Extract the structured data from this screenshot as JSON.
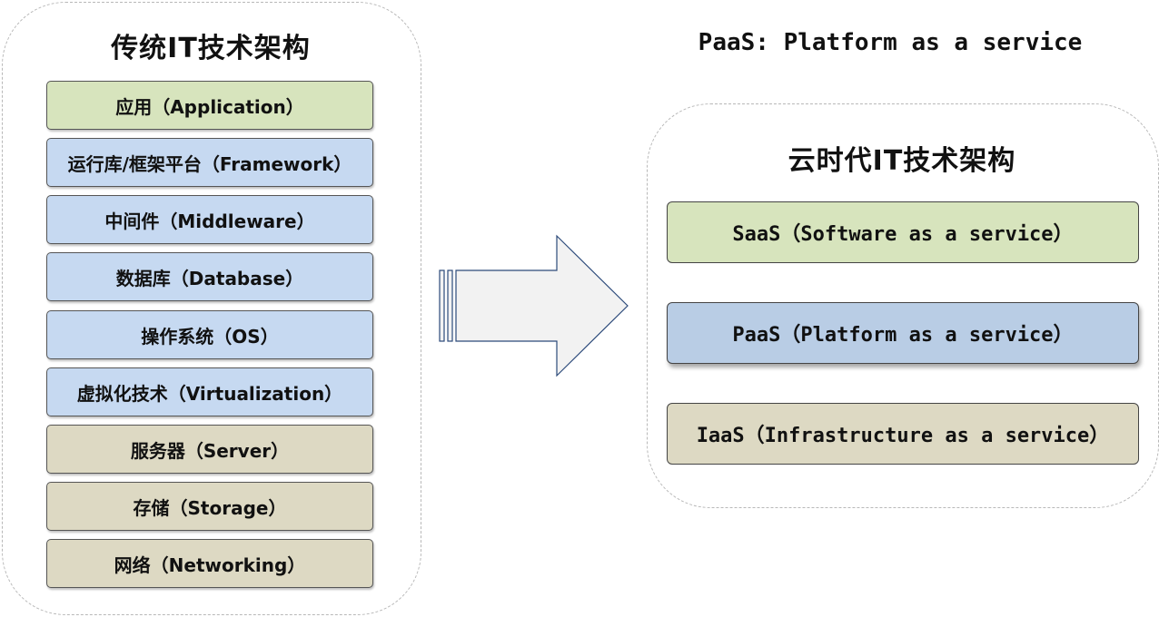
{
  "header": {
    "title": "PaaS: Platform as a service"
  },
  "traditional": {
    "title": "传统IT技术架构",
    "layers": [
      {
        "label": "应用（Application）",
        "color": "#d7e4bd"
      },
      {
        "label": "运行库/框架平台（Framework）",
        "color": "#c6d9f1"
      },
      {
        "label": "中间件（Middleware）",
        "color": "#c6d9f1"
      },
      {
        "label": "数据库（Database）",
        "color": "#c6d9f1"
      },
      {
        "label": "操作系统（OS）",
        "color": "#c6d9f1"
      },
      {
        "label": "虚拟化技术（Virtualization）",
        "color": "#c6d9f1"
      },
      {
        "label": "服务器（Server）",
        "color": "#ddd9c3"
      },
      {
        "label": "存储（Storage）",
        "color": "#ddd9c3"
      },
      {
        "label": "网络（Networking）",
        "color": "#ddd9c3"
      }
    ]
  },
  "cloud": {
    "title": "云时代IT技术架构",
    "services": [
      {
        "label": "SaaS（Software as a service）",
        "color": "#d7e4bd"
      },
      {
        "label": "PaaS（Platform as a service）",
        "color": "#b9cde5"
      },
      {
        "label": "IaaS（Infrastructure as a service）",
        "color": "#ddd9c3"
      }
    ]
  },
  "arrow": {
    "icon": "right-block-arrow-icon"
  }
}
